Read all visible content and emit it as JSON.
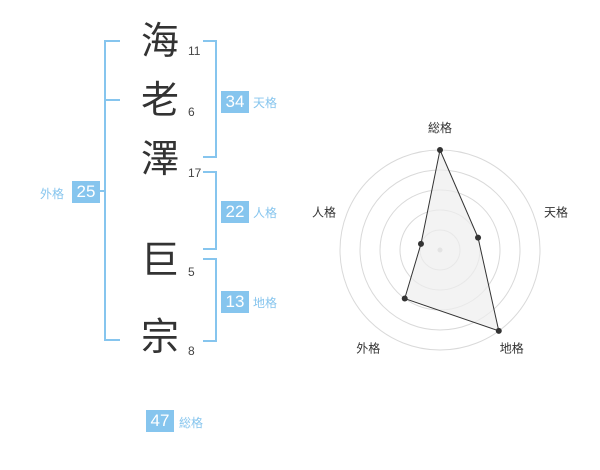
{
  "name": {
    "chars": [
      {
        "char": "海",
        "strokes": "11"
      },
      {
        "char": "老",
        "strokes": "6"
      },
      {
        "char": "澤",
        "strokes": "17"
      },
      {
        "char": "巨",
        "strokes": "5"
      },
      {
        "char": "宗",
        "strokes": "8"
      }
    ]
  },
  "kaku": {
    "ten": {
      "value": "34",
      "label": "天格"
    },
    "jin": {
      "value": "22",
      "label": "人格"
    },
    "chi": {
      "value": "13",
      "label": "地格"
    },
    "gai": {
      "value": "25",
      "label": "外格"
    },
    "sou": {
      "value": "47",
      "label": "総格"
    }
  },
  "chart_data": {
    "type": "radar",
    "axes": [
      "総格",
      "天格",
      "地格",
      "外格",
      "人格"
    ],
    "values": [
      1.0,
      0.4,
      1.0,
      0.6,
      0.2
    ],
    "rings": 5,
    "colors": {
      "accent": "#86c5ee",
      "grid": "#d9d9d9",
      "fill": "#eeeeee",
      "line": "#333333"
    }
  }
}
